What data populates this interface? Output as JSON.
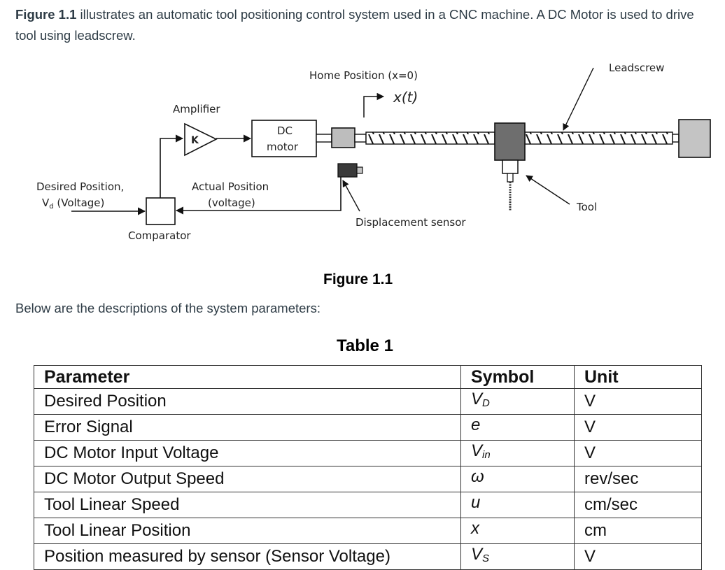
{
  "intro": {
    "lead_bold": "Figure 1.1",
    "text": " illustrates an automatic tool positioning control system used in a CNC machine. A DC Motor is used to drive tool using leadscrew."
  },
  "diagram": {
    "labels": {
      "home_position": "Home Position (x=0)",
      "x_t": "x(t)",
      "amplifier": "Amplifier",
      "gain": "K",
      "dc": "DC",
      "motor": "motor",
      "leadscrew": "Leadscrew",
      "desired_position_1": "Desired Position,",
      "desired_position_2_main": "V",
      "desired_position_2_sub": "d",
      "desired_position_2_rest": " (Voltage)",
      "actual_position_1": "Actual Position",
      "actual_position_2": "(voltage)",
      "comparator": "Comparator",
      "displacement_sensor": "Displacement sensor",
      "tool": "Tool"
    },
    "colors": {
      "coupling": "#bdbdbd",
      "carriage": "#6e6e6e",
      "sensor": "#3a3a3a",
      "end_block": "#c4c4c4"
    }
  },
  "figure_caption": "Figure 1.1",
  "below_text": "Below are the descriptions of the system parameters:",
  "table": {
    "caption": "Table 1",
    "headers": [
      "Parameter",
      "Symbol",
      "Unit"
    ],
    "rows": [
      {
        "parameter": "Desired Position",
        "symbol": "V",
        "symbol_sub": "D",
        "unit": "V"
      },
      {
        "parameter": "Error Signal",
        "symbol": "e",
        "symbol_sub": "",
        "unit": "V"
      },
      {
        "parameter": "DC Motor Input Voltage",
        "symbol": "V",
        "symbol_sub": "in",
        "unit": "V"
      },
      {
        "parameter": "DC Motor Output Speed",
        "symbol": "ω",
        "symbol_sub": "",
        "unit": "rev/sec"
      },
      {
        "parameter": "Tool Linear Speed",
        "symbol": "u",
        "symbol_sub": "",
        "unit": "cm/sec"
      },
      {
        "parameter": "Tool Linear Position",
        "symbol": "x",
        "symbol_sub": "",
        "unit": "cm"
      },
      {
        "parameter": "Position measured by sensor (Sensor Voltage)",
        "symbol": "V",
        "symbol_sub": "S",
        "unit": "V"
      }
    ]
  }
}
